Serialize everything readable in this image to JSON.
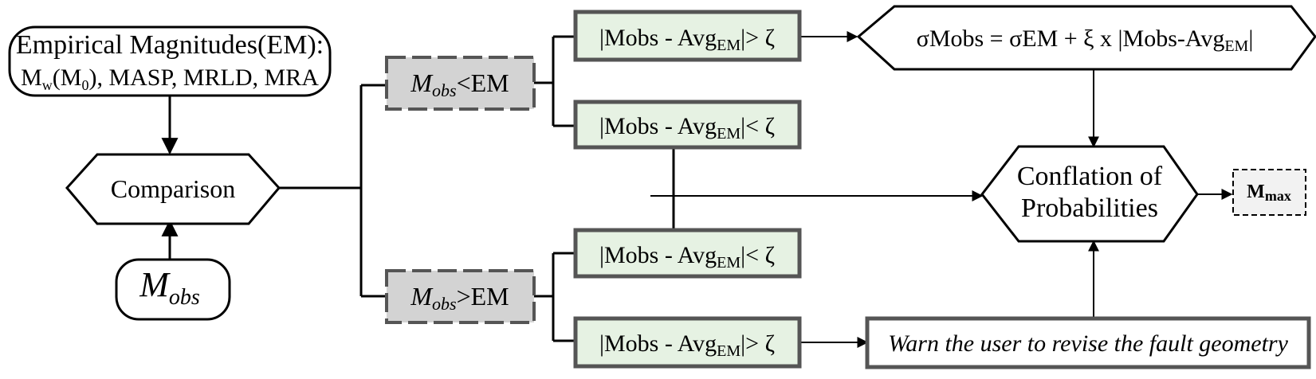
{
  "empirical": {
    "line1": "Empirical Magnitudes(EM):",
    "line2_m": "M",
    "line2_w": "w",
    "line2_paren_open": "(M",
    "line2_zero": "0",
    "line2_rest": "), MASP, MRLD, MRA"
  },
  "comparison": {
    "label": "Comparison"
  },
  "mobs": {
    "m": "M",
    "sub": "obs"
  },
  "branch_lt": {
    "m": "M",
    "sub": "obs",
    "rest": "<EM"
  },
  "branch_gt": {
    "m": "M",
    "sub": "obs",
    "rest": ">EM"
  },
  "cond": {
    "prefix": "|Mobs - Avg",
    "sub": "EM",
    "suffix_gt": "|> ζ",
    "suffix_lt": "|< ζ"
  },
  "sigma": {
    "main": "σMobs = σEM + ξ x |Mobs-Avg",
    "sub": "EM",
    "end": "|"
  },
  "conflation": {
    "line1": "Conflation of",
    "line2": "Probabilities"
  },
  "mmax": {
    "m": "M",
    "sub": "max"
  },
  "warn": {
    "text": "Warn the user to revise the fault geometry"
  },
  "colors": {
    "condition_fill": "#e6f2e3",
    "branch_fill": "#d3d3d3",
    "mmax_fill": "#f2f2f2",
    "stroke": "#000000",
    "box_border": "#555555"
  }
}
